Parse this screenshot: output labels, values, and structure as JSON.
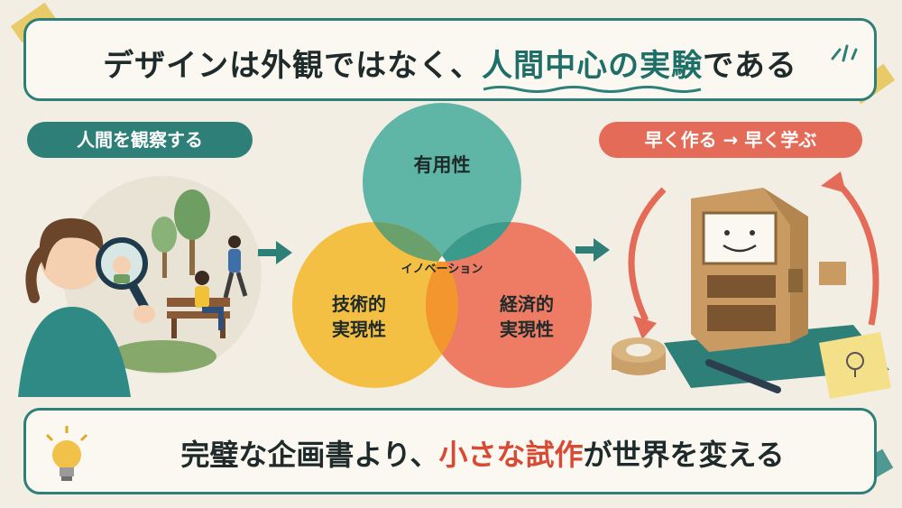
{
  "header": {
    "title_pre": "デザインは外観ではなく、",
    "title_em": "人間中心の実験",
    "title_post": "である"
  },
  "left": {
    "label": "人間を観察する"
  },
  "venn": {
    "top": "有用性",
    "left_line1": "技術的",
    "left_line2": "実現性",
    "right_line1": "経済的",
    "right_line2": "実現性",
    "center": "イノベーション"
  },
  "right": {
    "label": "早く作る → 早く学ぶ"
  },
  "footer": {
    "pre": "完璧な企画書より、",
    "em": "小さな試作",
    "post": "が世界を変える"
  },
  "colors": {
    "teal": "#2f7f79",
    "coral": "#e46b57",
    "yellow": "#f2c14a",
    "venn_top": "#5fb6a6",
    "venn_left": "#f4c043",
    "venn_right": "#ee7b63"
  },
  "icons": [
    "magnifier-icon",
    "tree-icon",
    "bench-icon",
    "arrow-right-icon",
    "cycle-arrow-icon",
    "lightbulb-icon",
    "tape-roll-icon",
    "pen-icon",
    "sticky-note-icon"
  ]
}
